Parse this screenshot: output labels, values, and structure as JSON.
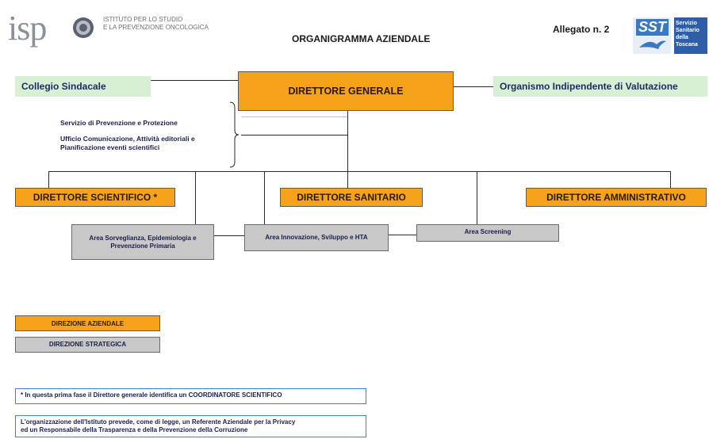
{
  "header": {
    "logo_text": "isp",
    "logo_sub_line1": "ISTITUTO PER LO STUDIO",
    "logo_sub_line2": "E LA PREVENZIONE ONCOLOGICA",
    "title": "ORGANIGRAMMA AZIENDALE",
    "allegato": "Allegato n. 2",
    "sst_logo_text": "SST",
    "sst_sub": "Servizio Sanitario della Toscana"
  },
  "top": {
    "collegio": "Collegio Sindacale",
    "direttore_generale": "DIRETTORE GENERALE",
    "oiv": "Organismo Indipendente di Valutazione"
  },
  "staff": {
    "item1": "Servizio di Prevenzione e Protezione",
    "item2_line1": "Ufficio Comunicazione, Attività editoriali e",
    "item2_line2": "Pianificazione eventi scientifici"
  },
  "directors": {
    "scientifico": "DIRETTORE SCIENTIFICO *",
    "sanitario": "DIRETTORE SANITARIO",
    "amministrativo": "DIRETTORE AMMINISTRATIVO"
  },
  "areas": {
    "sorveglianza": "Area Sorveglianza, Epidemiologia e Prevenzione Primaria",
    "innovazione": "Area Innovazione, Sviluppo e HTA",
    "screening": "Area Screening"
  },
  "legend": {
    "aziendale": "DIREZIONE AZIENDALE",
    "strategica": "DIREZIONE STRATEGICA"
  },
  "notes": {
    "note1": "* In questa prima fase il Direttore generale identifica un COORDINATORE SCIENTIFICO",
    "note2_line1": "L'organizzazione dell'Istituto prevede, come di legge, un Referente Aziendale per la Privacy",
    "note2_line2": "ed un Responsabile della Trasparenza e della Prevenzione della Corruzione"
  },
  "colors": {
    "orange": "#f7a21b",
    "grey": "#c8c8c8",
    "green": "#d7efd2",
    "note_border": "#4a7fbf"
  }
}
